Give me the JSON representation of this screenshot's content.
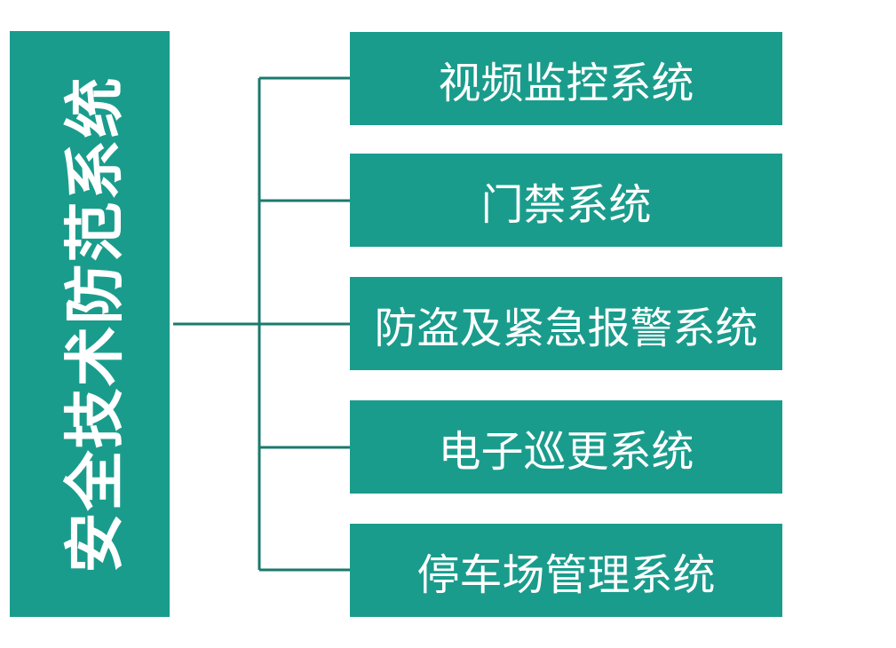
{
  "root": {
    "label": "安全技术防范系统"
  },
  "children": [
    {
      "label": "视频监控系统"
    },
    {
      "label": "门禁系统"
    },
    {
      "label": "防盗及紧急报警系统"
    },
    {
      "label": "电子巡更系统"
    },
    {
      "label": "停车场管理系统"
    }
  ],
  "colors": {
    "box_fill": "#1a9c8c",
    "connector": "#1a7a6c",
    "text": "#ffffff"
  }
}
